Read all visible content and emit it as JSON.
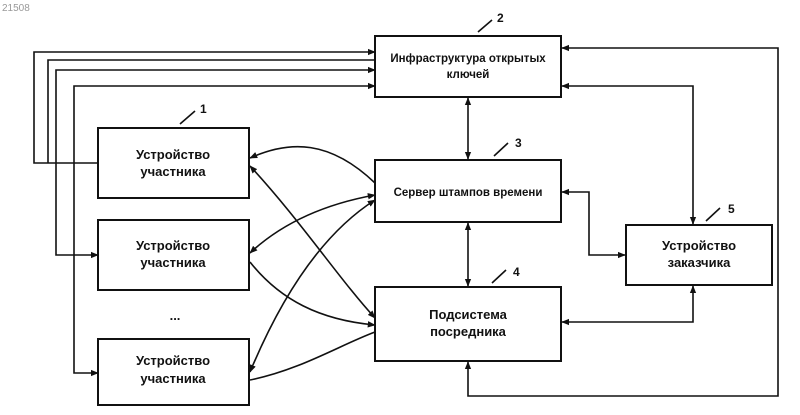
{
  "doc_id": "21508",
  "ellipsis": "...",
  "blocks": {
    "pki": {
      "number": "2",
      "lines": [
        "Инфраструктура открытых",
        "ключей"
      ]
    },
    "participant_1": {
      "number": "1",
      "lines": [
        "Устройство",
        "участника"
      ]
    },
    "participant_2": {
      "lines": [
        "Устройство",
        "участника"
      ]
    },
    "participant_3": {
      "lines": [
        "Устройство",
        "участника"
      ]
    },
    "timestamp_server": {
      "number": "3",
      "lines": [
        "Сервер штампов времени"
      ]
    },
    "customer": {
      "number": "5",
      "lines": [
        "Устройство",
        "заказчика"
      ]
    },
    "intermediary": {
      "number": "4",
      "lines": [
        "Подсистема",
        "посредника"
      ]
    }
  }
}
